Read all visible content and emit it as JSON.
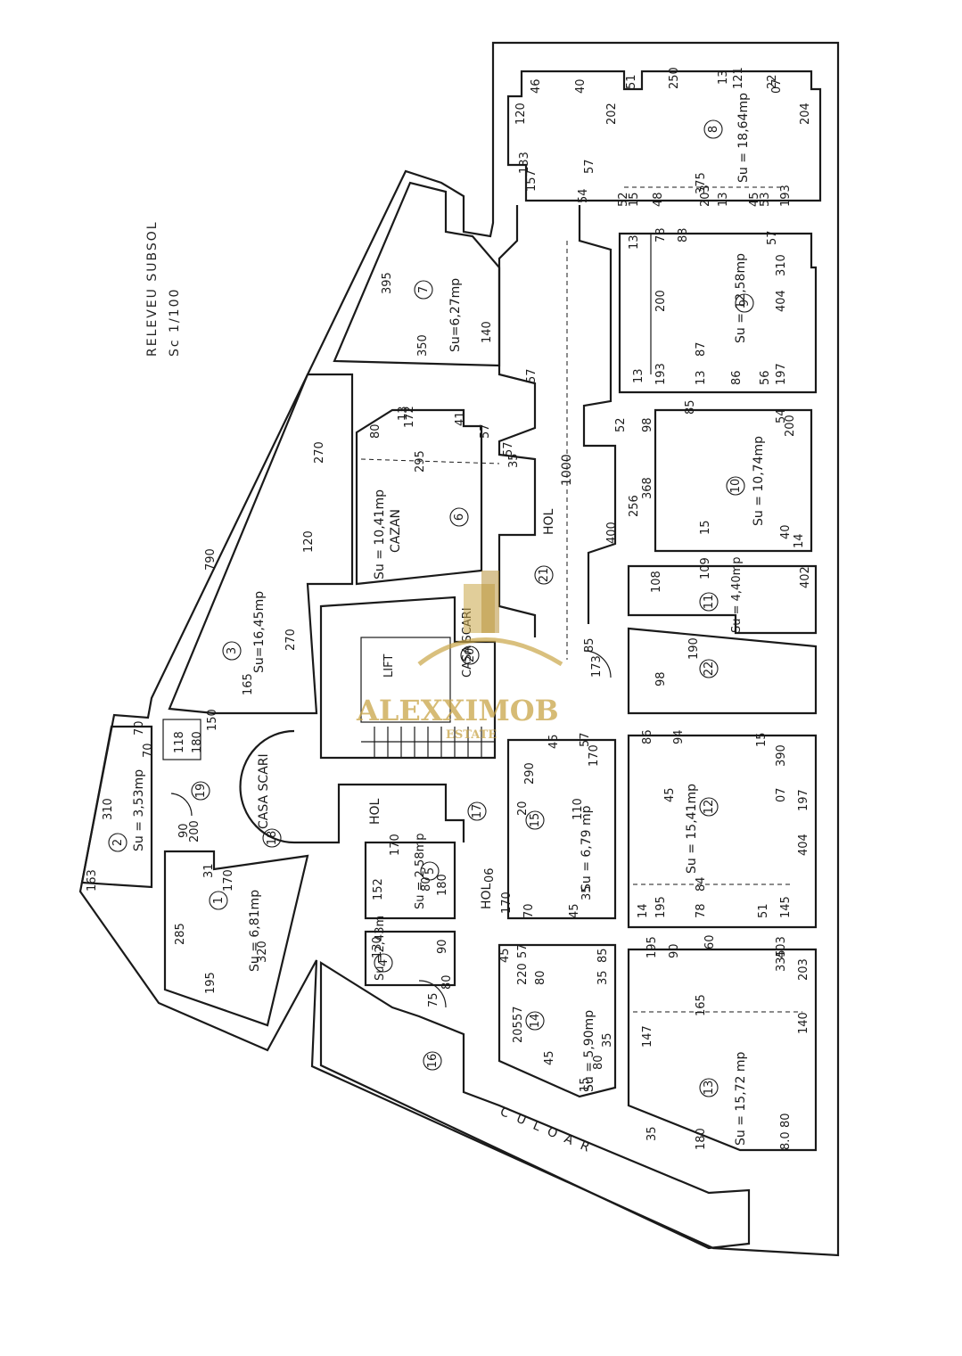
{
  "title": "RELEVEU SUBSOL",
  "scale": "Sc 1/100",
  "watermark": {
    "brand": "ALEXXIMOB",
    "sub": "ESTATE",
    "color": "#c9a547"
  },
  "rooms": [
    {
      "num": "1",
      "area": "Su = 6,81mp"
    },
    {
      "num": "2",
      "area": "Su = 3,53mp"
    },
    {
      "num": "3",
      "area": "Su=16,45mp"
    },
    {
      "num": "4",
      "area": "Su =2,43m"
    },
    {
      "num": "5",
      "area": "Su = 2,58mp"
    },
    {
      "num": "6",
      "area": "Su = 10,41mp",
      "name": "CAZAN"
    },
    {
      "num": "7",
      "area": "Su=6,27mp"
    },
    {
      "num": "8",
      "area": "Su = 18,64mp"
    },
    {
      "num": "9",
      "area": "Su = 12,58mp"
    },
    {
      "num": "10",
      "area": "Su = 10,74mp"
    },
    {
      "num": "11",
      "area": "Su = 4,40mp"
    },
    {
      "num": "12",
      "area": "Su = 15,41mp"
    },
    {
      "num": "13",
      "area": "Su = 15,72 mp"
    },
    {
      "num": "14",
      "area": "Su = 5,90mp"
    },
    {
      "num": "15",
      "area": "Su = 6,79 mp"
    },
    {
      "num": "16"
    },
    {
      "num": "17",
      "name": "HOL"
    },
    {
      "num": "18",
      "name": "CASA SCARI"
    },
    {
      "num": "19"
    },
    {
      "num": "20",
      "name": "CASA SCARI"
    },
    {
      "num": "21",
      "name": "HOL"
    },
    {
      "num": "22"
    }
  ],
  "labels": {
    "corridor": "CULOAR",
    "hol_main": "HOL",
    "hol_small": "HOL",
    "lift": "LIFT",
    "dim_1000": "1000"
  },
  "dimensions": [
    "790",
    "395",
    "270",
    "120",
    "165",
    "150",
    "270",
    "350",
    "140",
    "310",
    "163",
    "70",
    "70",
    "118",
    "180",
    "90",
    "200",
    "31",
    "170",
    "285",
    "320",
    "195",
    "152",
    "170",
    "80",
    "180",
    "130",
    "90",
    "75",
    "80",
    "295",
    "172",
    "80",
    "13",
    "41",
    "57",
    "57",
    "35",
    "57",
    "250",
    "46",
    "40",
    "51",
    "13",
    "121",
    "22",
    "07",
    "120",
    "202",
    "204",
    "133",
    "157",
    "54",
    "57",
    "375",
    "203",
    "52",
    "15",
    "48",
    "13",
    "45",
    "53",
    "193",
    "83",
    "13",
    "78",
    "57",
    "310",
    "200",
    "404",
    "87",
    "13",
    "193",
    "13",
    "86",
    "56",
    "197",
    "52",
    "98",
    "85",
    "54",
    "200",
    "256",
    "368",
    "15",
    "40",
    "14",
    "400",
    "109",
    "108",
    "402",
    "190",
    "85",
    "173",
    "98",
    "86",
    "15",
    "94",
    "390",
    "45",
    "07",
    "197",
    "404",
    "84",
    "14",
    "195",
    "78",
    "51",
    "145",
    "20",
    "290",
    "110",
    "45",
    "57",
    "170",
    "70",
    "45",
    "35",
    "170",
    "45",
    "57",
    "85",
    "35",
    "220",
    "80",
    "35",
    "205",
    "57",
    "45",
    "80",
    "15",
    "195",
    "90",
    "60",
    "403",
    "335",
    "203",
    "165",
    "147",
    "140",
    "80",
    "8.0",
    "180",
    "35",
    "06"
  ]
}
